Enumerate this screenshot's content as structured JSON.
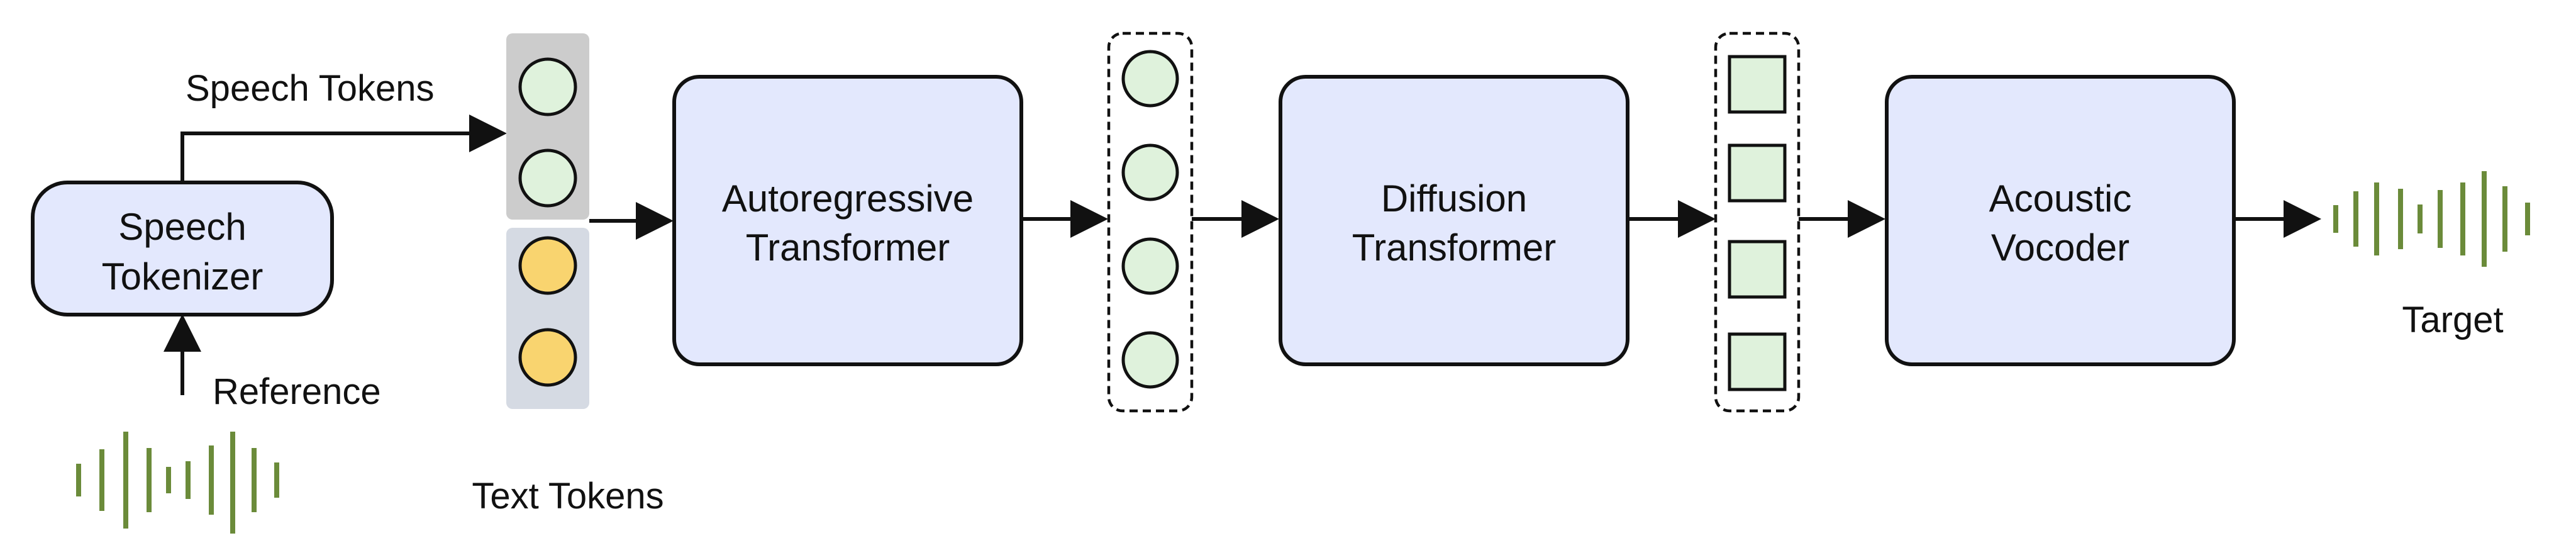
{
  "labels": {
    "speech_tokens": "Speech Tokens",
    "text_tokens": "Text Tokens",
    "reference": "Reference",
    "target": "Target"
  },
  "blocks": {
    "tokenizer": [
      "Speech",
      "Tokenizer"
    ],
    "ar": [
      "Autoregressive",
      "Transformer"
    ],
    "diffusion": [
      "Diffusion",
      "Transformer"
    ],
    "vocoder": [
      "Acoustic",
      "Vocoder"
    ]
  },
  "colors": {
    "block_fill": "#e3e8fd",
    "speech_token": "#dff2dc",
    "text_token": "#f9d46f",
    "speech_token_panel": "#cccccc",
    "text_token_panel": "#d5dae3",
    "waveform": "#6b8b3a"
  },
  "icons": {
    "reference": "waveform-icon",
    "target": "waveform-icon"
  }
}
